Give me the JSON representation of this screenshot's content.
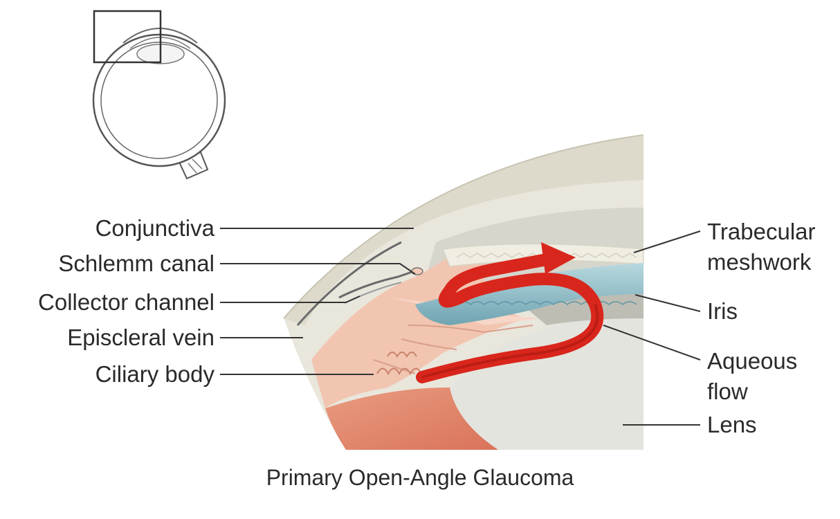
{
  "figure": {
    "caption": "Primary Open-Angle Glaucoma",
    "labels_left": {
      "conjunctiva": "Conjunctiva",
      "schlemm_canal": "Schlemm canal",
      "collector_channel": "Collector channel",
      "episcleral_vein": "Episcleral vein",
      "ciliary_body": "Ciliary body"
    },
    "labels_right": {
      "trabecular_line1": "Trabecular",
      "trabecular_line2": "meshwork",
      "iris": "Iris",
      "aqueous_line1": "Aqueous",
      "aqueous_line2": "flow",
      "lens": "Lens"
    }
  },
  "colors": {
    "sclera": "#e6e2d6",
    "cornea_band": "#d9d5c6",
    "anterior_chamber": "#d8d8cf",
    "ciliary_pink": "#f3c9b6",
    "muscle_orange": "#e0866a",
    "iris_blue": "#8fbcc6",
    "flow_red": "#d9261c",
    "leader": "#333333"
  }
}
